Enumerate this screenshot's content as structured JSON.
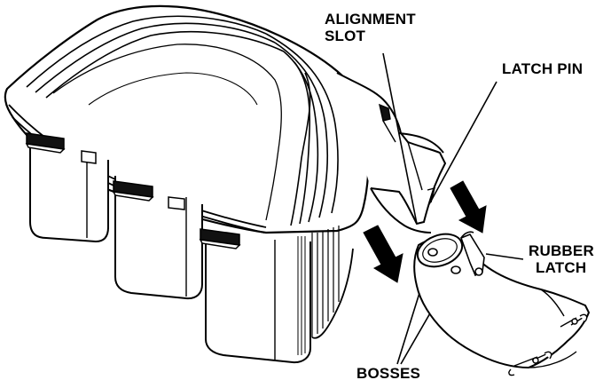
{
  "labels": {
    "alignment_slot_line1": "ALIGNMENT",
    "alignment_slot_line2": "SLOT",
    "latch_pin": "LATCH PIN",
    "rubber_latch_line1": "RUBBER",
    "rubber_latch_line2": "LATCH",
    "bosses": "BOSSES"
  },
  "colors": {
    "line": "#000000",
    "fill": "#ffffff",
    "dark": "#111111"
  }
}
